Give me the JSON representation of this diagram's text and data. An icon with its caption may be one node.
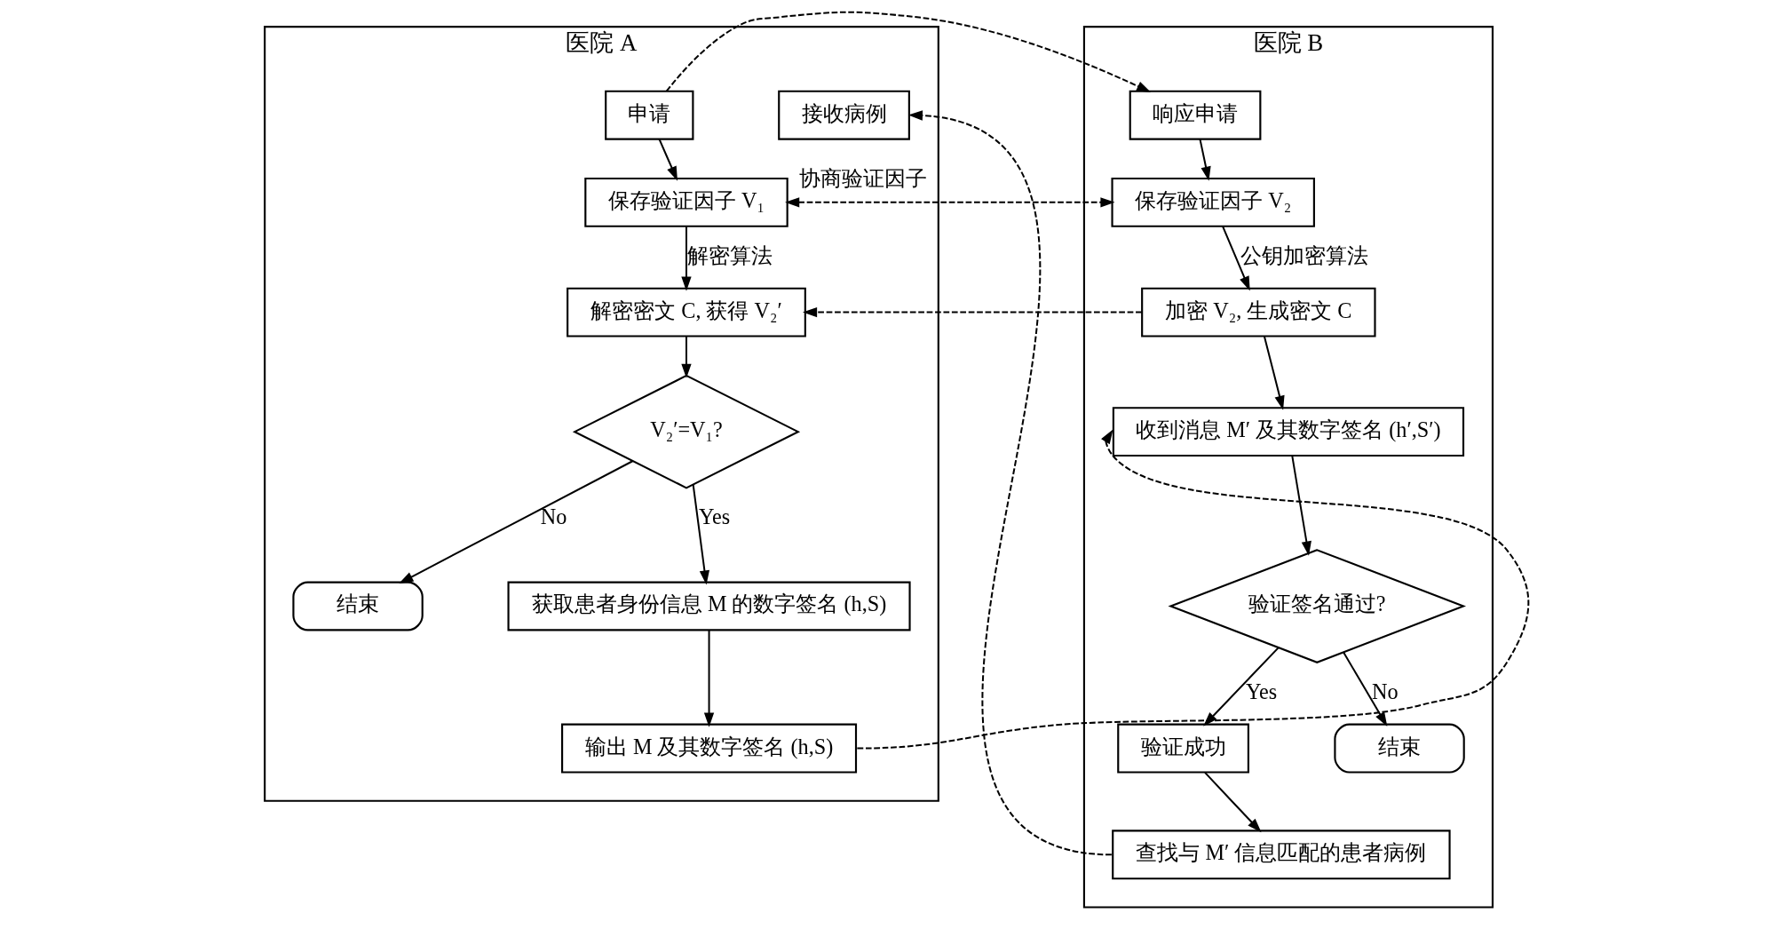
{
  "diagram": {
    "nodes": [
      {
        "text": [
          "医院 A"
        ]
      },
      {
        "text": [
          "接收病例"
        ],
        "in": 0
      },
      {
        "text": [
          "申请"
        ],
        "in": 0
      },
      {
        "text": [
          "保存验证因子 V₁"
        ],
        "in": 0
      },
      {
        "text": [
          "解密密文 C, 获得 V₂′"
        ],
        "in": 0
      },
      {
        "text": [
          "V₂′=V₁?"
        ],
        "in": 0
      },
      {
        "text": [
          "结束"
        ],
        "in": 0
      },
      {
        "text": [
          "获取患者身份信息 M 的数字签名 (h,S)"
        ],
        "in": 0
      },
      {
        "text": [
          "输出 M 及其数字签名 (h,S)"
        ],
        "in": 0
      },
      {
        "text": [
          "医院 B"
        ]
      },
      {
        "text": [
          "响应申请"
        ],
        "in": 9
      },
      {
        "text": [
          "保存验证因子 V₂"
        ],
        "in": 9
      },
      {
        "text": [
          "加密 V₂, 生成密文 C"
        ],
        "in": 9
      },
      {
        "text": [
          "收到消息 M′ 及其数字签名 (h′,S′)"
        ],
        "in": 9
      },
      {
        "text": [
          "验证签名通过?"
        ],
        "in": 9
      },
      {
        "text": [
          "验证成功"
        ],
        "in": 9
      },
      {
        "text": [
          "结束"
        ],
        "in": 9
      },
      {
        "text": [
          "查找与 M′ 信息匹配的患者病例"
        ],
        "in": 9
      }
    ],
    "edges": [
      {
        "from": 2,
        "to": 3,
        "arrow": "to"
      },
      {
        "from": 3,
        "to": 4,
        "arrow": "to",
        "label": "解密算法"
      },
      {
        "from": 4,
        "to": 5,
        "arrow": "to"
      },
      {
        "from": 5,
        "to": 6,
        "arrow": "to",
        "label": "No"
      },
      {
        "from": 5,
        "to": 7,
        "arrow": "to",
        "label": "Yes"
      },
      {
        "from": 7,
        "to": 8,
        "arrow": "to"
      },
      {
        "from": 2,
        "to": 10,
        "arrow": "to",
        "style": "dashed"
      },
      {
        "from": 3,
        "to": 11,
        "arrow": "both",
        "style": "dashed",
        "label": "协商验证因子"
      },
      {
        "from": 10,
        "to": 11,
        "arrow": "to"
      },
      {
        "from": 11,
        "to": 12,
        "arrow": "to",
        "label": "公钥加密算法"
      },
      {
        "from": 12,
        "to": 4,
        "arrow": "to",
        "style": "dashed"
      },
      {
        "from": 12,
        "to": 13,
        "arrow": "to"
      },
      {
        "from": 8,
        "to": 13,
        "arrow": "to",
        "style": "dashed"
      },
      {
        "from": 13,
        "to": 14,
        "arrow": "to"
      },
      {
        "from": 14,
        "to": 15,
        "arrow": "to",
        "label": "Yes"
      },
      {
        "from": 14,
        "to": 16,
        "arrow": "to",
        "label": "No"
      },
      {
        "from": 15,
        "to": 17,
        "arrow": "to"
      },
      {
        "from": 17,
        "to": 1,
        "arrow": "to",
        "style": "dashed"
      }
    ]
  }
}
